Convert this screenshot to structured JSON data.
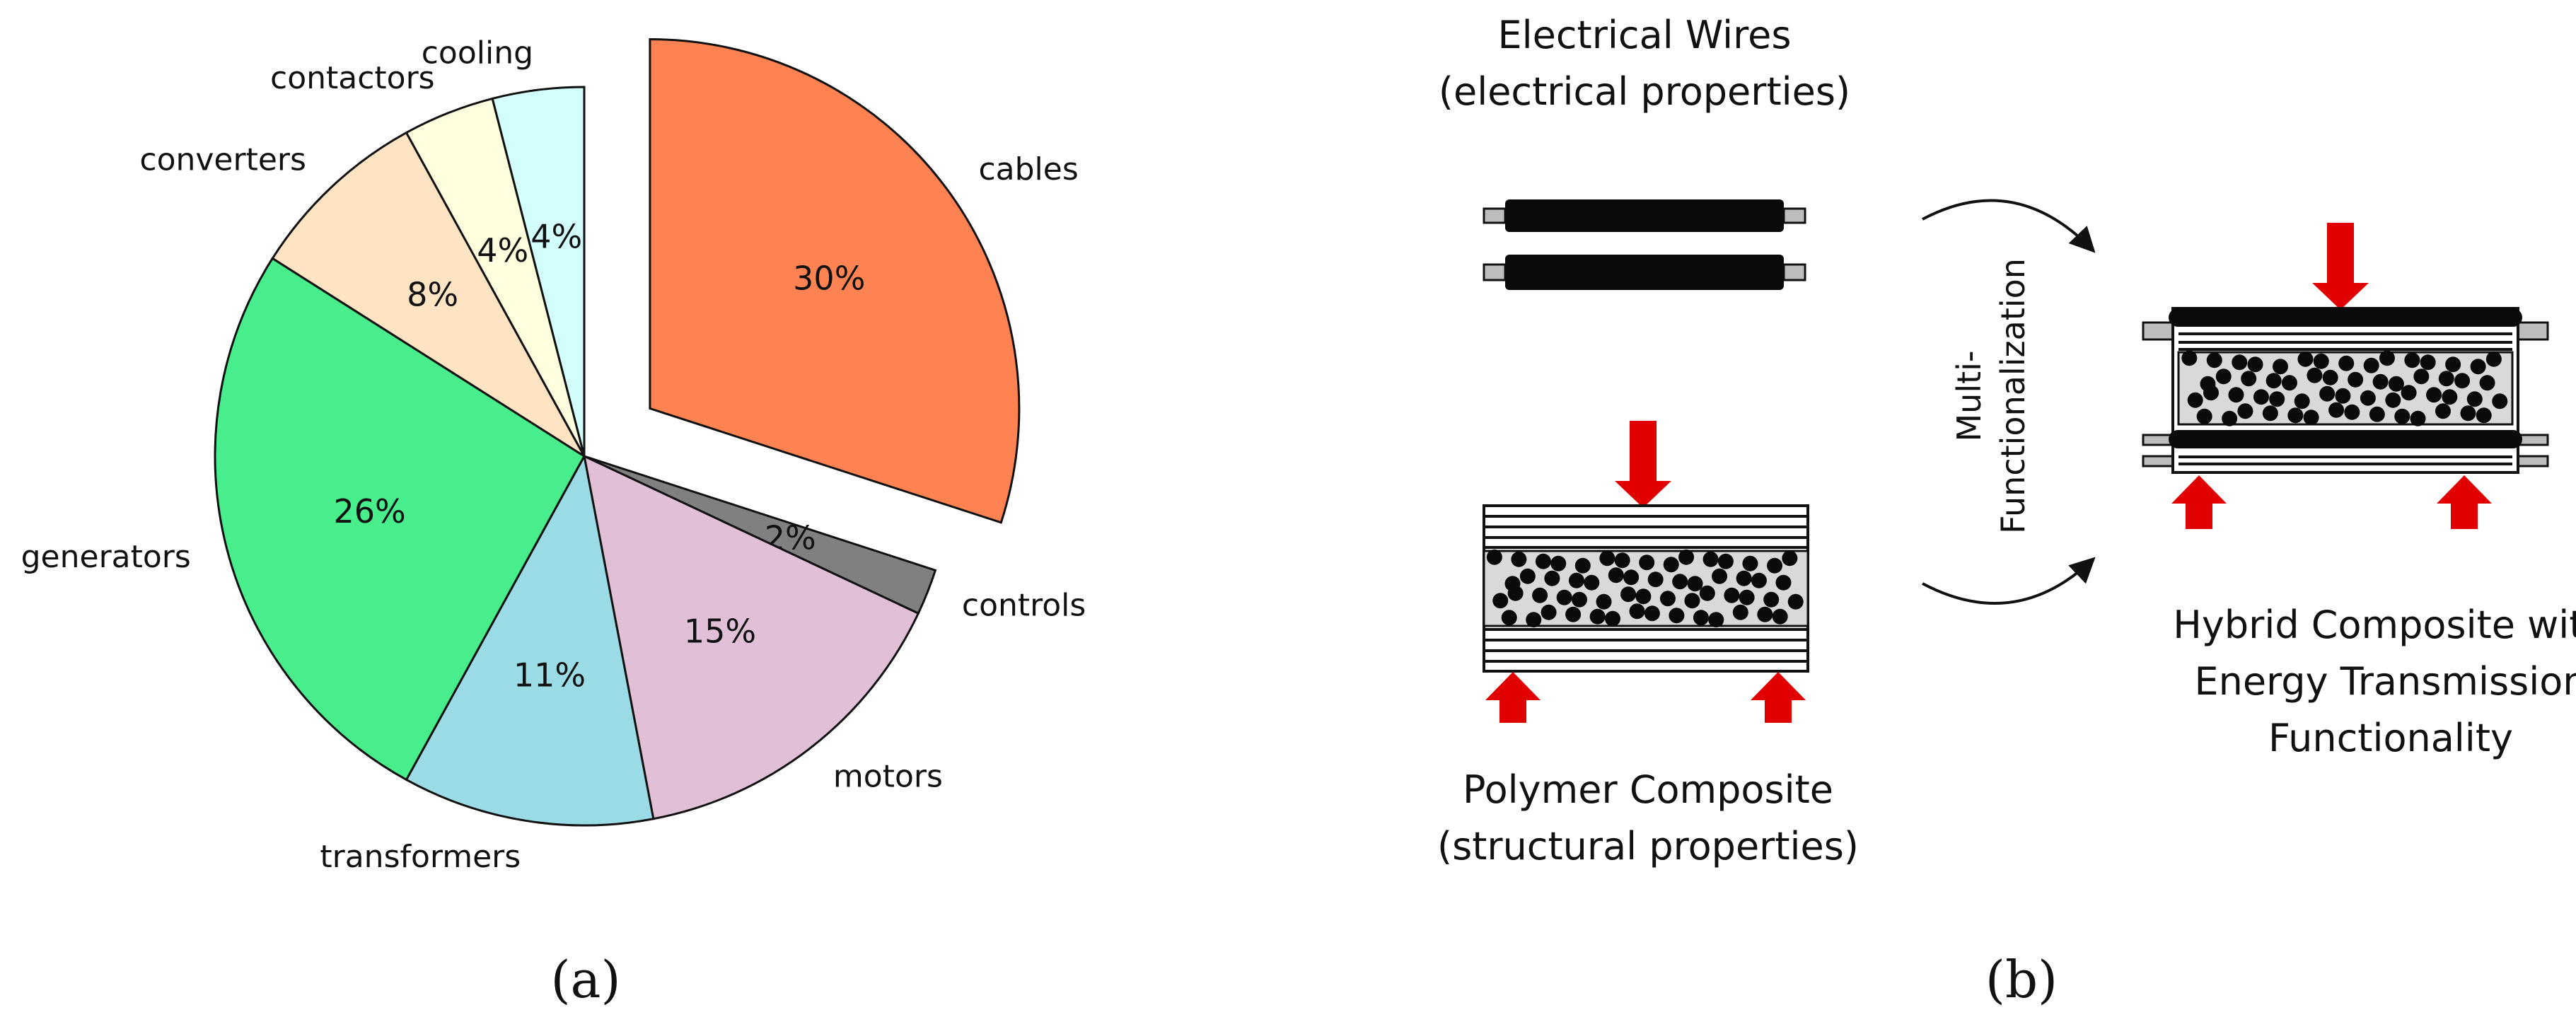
{
  "chart_data": [
    {
      "type": "pie",
      "panel_label": "(a)",
      "slices": [
        {
          "label": "cables",
          "value": 30,
          "pct_label": "30%",
          "color": "#FF8352",
          "exploded": true
        },
        {
          "label": "controls",
          "value": 2,
          "pct_label": "2%",
          "color": "#808080",
          "exploded": false
        },
        {
          "label": "motors",
          "value": 15,
          "pct_label": "15%",
          "color": "#E0BFD7",
          "exploded": false
        },
        {
          "label": "transformers",
          "value": 11,
          "pct_label": "11%",
          "color": "#9ADBE6",
          "exploded": false
        },
        {
          "label": "generators",
          "value": 26,
          "pct_label": "26%",
          "color": "#47EE8B",
          "exploded": false
        },
        {
          "label": "converters",
          "value": 8,
          "pct_label": "8%",
          "color": "#FFE4C4",
          "exploded": false
        },
        {
          "label": "contactors",
          "value": 4,
          "pct_label": "4%",
          "color": "#FFFFDF",
          "exploded": false
        },
        {
          "label": "cooling",
          "value": 4,
          "pct_label": "4%",
          "color": "#D2FEFB",
          "exploded": false
        }
      ],
      "start_angle_deg": 90,
      "direction": "clockwise"
    }
  ],
  "diagram": {
    "panel_label": "(b)",
    "wires": {
      "title_line1": "Electrical Wires",
      "title_line2": "(electrical properties)"
    },
    "composite": {
      "title_line1": "Polymer Composite",
      "title_line2": "(structural properties)"
    },
    "process": {
      "line1": "Multi-",
      "line2": "Functionalization"
    },
    "hybrid": {
      "line1": "Hybrid Composite with",
      "line2": "Energy Transmission",
      "line3": "Functionality"
    }
  },
  "colors": {
    "arrow": "#E00000",
    "wire": "#0A0A0A",
    "matrix": "#D9D9D9"
  }
}
